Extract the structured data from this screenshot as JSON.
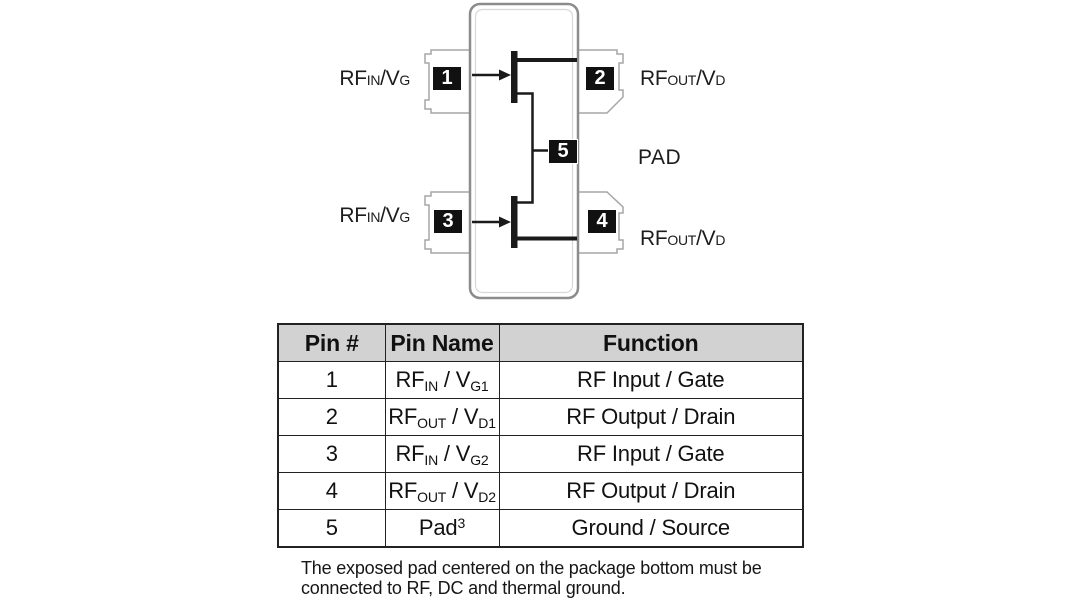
{
  "diagram": {
    "pin_numbers": {
      "p1": "1",
      "p2": "2",
      "p3": "3",
      "p4": "4",
      "p5": "5"
    },
    "labels": {
      "pin1": [
        {
          "text": "RF",
          "style": "n"
        },
        {
          "text": "IN",
          "style": "small"
        },
        {
          "text": "/V",
          "style": "n"
        },
        {
          "text": "G",
          "style": "small"
        }
      ],
      "pin2": [
        {
          "text": "RF",
          "style": "n"
        },
        {
          "text": "OUT",
          "style": "small"
        },
        {
          "text": "/V",
          "style": "n"
        },
        {
          "text": "D",
          "style": "small"
        }
      ],
      "pin3": [
        {
          "text": "RF",
          "style": "n"
        },
        {
          "text": "IN",
          "style": "small"
        },
        {
          "text": "/V",
          "style": "n"
        },
        {
          "text": "G",
          "style": "small"
        }
      ],
      "pin4": [
        {
          "text": "RF",
          "style": "n"
        },
        {
          "text": "OUT",
          "style": "small"
        },
        {
          "text": "/V",
          "style": "n"
        },
        {
          "text": "D",
          "style": "small"
        }
      ],
      "pad": "PAD"
    }
  },
  "table": {
    "headers": [
      "Pin #",
      "Pin Name",
      "Function"
    ],
    "rows": [
      {
        "pin": "1",
        "name_parts": [
          {
            "text": "RF",
            "style": "n"
          },
          {
            "text": "IN",
            "style": "sub"
          },
          {
            "text": " / V",
            "style": "n"
          },
          {
            "text": "G1",
            "style": "sub"
          }
        ],
        "function": "RF Input / Gate"
      },
      {
        "pin": "2",
        "name_parts": [
          {
            "text": "RF",
            "style": "n"
          },
          {
            "text": "OUT",
            "style": "sub"
          },
          {
            "text": " / V",
            "style": "n"
          },
          {
            "text": "D1",
            "style": "sub"
          }
        ],
        "function": "RF Output / Drain"
      },
      {
        "pin": "3",
        "name_parts": [
          {
            "text": "RF",
            "style": "n"
          },
          {
            "text": "IN",
            "style": "sub"
          },
          {
            "text": " / V",
            "style": "n"
          },
          {
            "text": "G2",
            "style": "sub"
          }
        ],
        "function": "RF Input / Gate"
      },
      {
        "pin": "4",
        "name_parts": [
          {
            "text": "RF",
            "style": "n"
          },
          {
            "text": "OUT",
            "style": "sub"
          },
          {
            "text": " / V",
            "style": "n"
          },
          {
            "text": "D2",
            "style": "sub"
          }
        ],
        "function": "RF Output / Drain"
      },
      {
        "pin": "5",
        "name_parts": [
          {
            "text": "Pad",
            "style": "n"
          },
          {
            "text": "3",
            "style": "sup"
          }
        ],
        "function": "Ground / Source"
      }
    ]
  },
  "footnote": {
    "lines": [
      "The exposed pad centered on the package bottom must be",
      "connected to RF, DC and thermal ground."
    ]
  },
  "colors": {
    "line_black": "#1a1a1a",
    "package_outline": "#8c8c8c",
    "tab_outline": "#a6a6a6",
    "header_bg": "#d2d2d2",
    "pin_square_bg": "#111111"
  }
}
